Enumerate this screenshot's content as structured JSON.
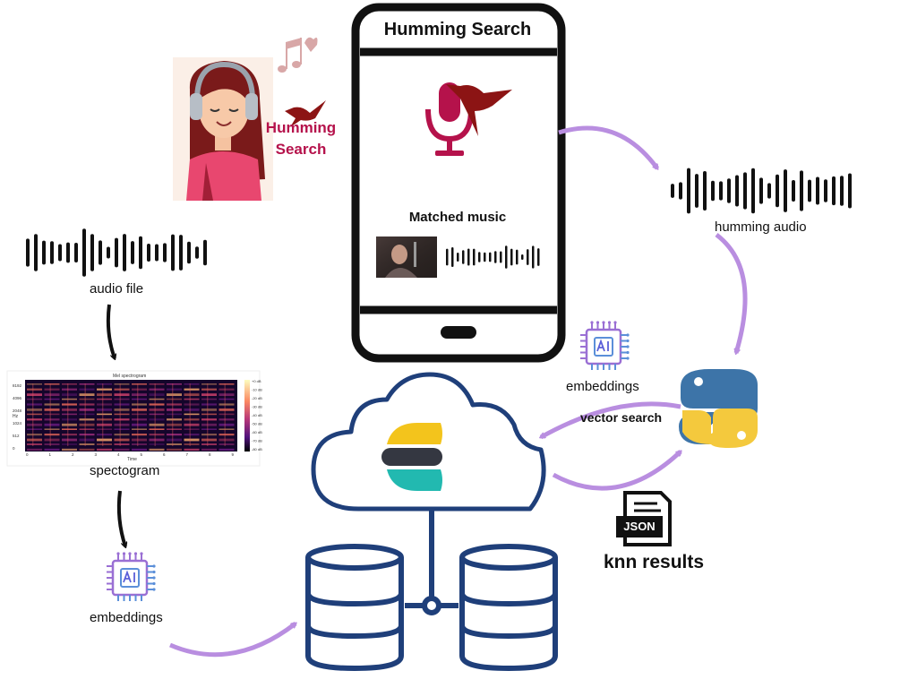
{
  "phone": {
    "title": "Humming Search",
    "matched_label": "Matched music"
  },
  "avatar": {
    "logo_word1": "Humming",
    "logo_word2": "Search"
  },
  "labels": {
    "humming_audio": "humming audio",
    "audio_file": "audio file",
    "spectrogram": "spectogram",
    "embeddings_left": "embeddings",
    "embeddings_right": "embeddings",
    "vector_search": "vector search",
    "knn_results": "knn results",
    "json_badge": "JSON"
  },
  "spectrogram_plot": {
    "title": "Mel spectrogram",
    "xlabel": "Time",
    "ylabel": "Hz",
    "y_ticks": [
      "8192",
      "4096",
      "2048",
      "1024",
      "512",
      "0"
    ],
    "x_ticks": [
      "0",
      "1",
      "2",
      "3",
      "4",
      "5",
      "6",
      "7",
      "8",
      "9"
    ],
    "colorbar_ticks": [
      "+0 dB",
      "-10 dB",
      "-20 dB",
      "-30 dB",
      "-40 dB",
      "-50 dB",
      "-60 dB",
      "-70 dB",
      "-80 dB"
    ]
  },
  "colors": {
    "accent_purple": "#b98ee0",
    "arrow_black": "#111111",
    "db_blue": "#1f3f7a",
    "logo_crimson": "#b5124b",
    "python_blue": "#3d74a8",
    "python_yellow": "#f4c93d",
    "elastic_yellow": "#f3c41c",
    "elastic_dark": "#343741",
    "elastic_teal": "#22b9b0"
  },
  "icons": [
    "headphones-girl-avatar",
    "music-notes-icon",
    "hummingbird-icon",
    "microphone-icon",
    "waveform-icon",
    "ai-chip-icon",
    "python-logo-icon",
    "elastic-logo-icon",
    "cloud-icon",
    "database-icon",
    "json-file-icon"
  ]
}
